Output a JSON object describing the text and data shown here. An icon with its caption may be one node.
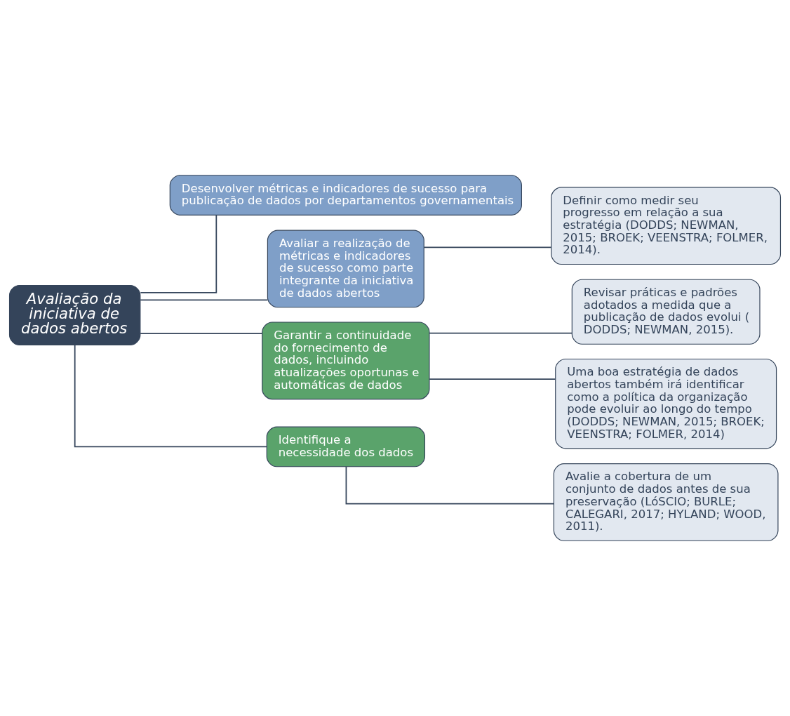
{
  "diagram": {
    "nodes": [
      {
        "text": [
          "Avaliação da iniciativa de dados abertos"
        ]
      },
      {
        "text": [
          "Desenvolver métricas e indicadores de sucesso para publicação de dados por departamentos governamentais"
        ]
      },
      {
        "text": [
          "Avaliar a realização de métricas e indicadores de sucesso como parte integrante da iniciativa de dados abertos"
        ]
      },
      {
        "text": [
          "Definir como medir seu progresso em relação a sua estratégia (DODDS; NEWMAN, 2015; BROEK; VEENSTRA; FOLMER, 2014)."
        ]
      },
      {
        "text": [
          "Garantir a continuidade do fornecimento de dados, incluindo atualizações oportunas e automáticas de dados"
        ]
      },
      {
        "text": [
          "Revisar práticas e padrões adotados a medida que a publicação de dados evolui ( DODDS; NEWMAN, 2015)."
        ]
      },
      {
        "text": [
          "Uma boa estratégia de dados abertos também irá identificar como a política da organização pode evoluir ao longo do tempo (DODDS; NEWMAN, 2015; BROEK; VEENSTRA; FOLMER, 2014)"
        ]
      },
      {
        "text": [
          "Identifique a necessidade dos dados"
        ]
      },
      {
        "text": [
          "Avalie a cobertura de um conjunto de dados antes de sua preservação (LóSCIO; BURLE; CALEGARI, 2017; HYLAND; WOOD, 2011)."
        ]
      }
    ],
    "edges": [
      {
        "from": 0,
        "to": 1,
        "arrow": "none"
      },
      {
        "from": 0,
        "to": 2,
        "arrow": "none"
      },
      {
        "from": 2,
        "to": 3,
        "arrow": "none"
      },
      {
        "from": 0,
        "to": 4,
        "arrow": "none"
      },
      {
        "from": 4,
        "to": 5,
        "arrow": "none"
      },
      {
        "from": 4,
        "to": 6,
        "arrow": "none"
      },
      {
        "from": 0,
        "to": 7,
        "arrow": "none"
      },
      {
        "from": 7,
        "to": 8,
        "arrow": "none"
      }
    ]
  }
}
